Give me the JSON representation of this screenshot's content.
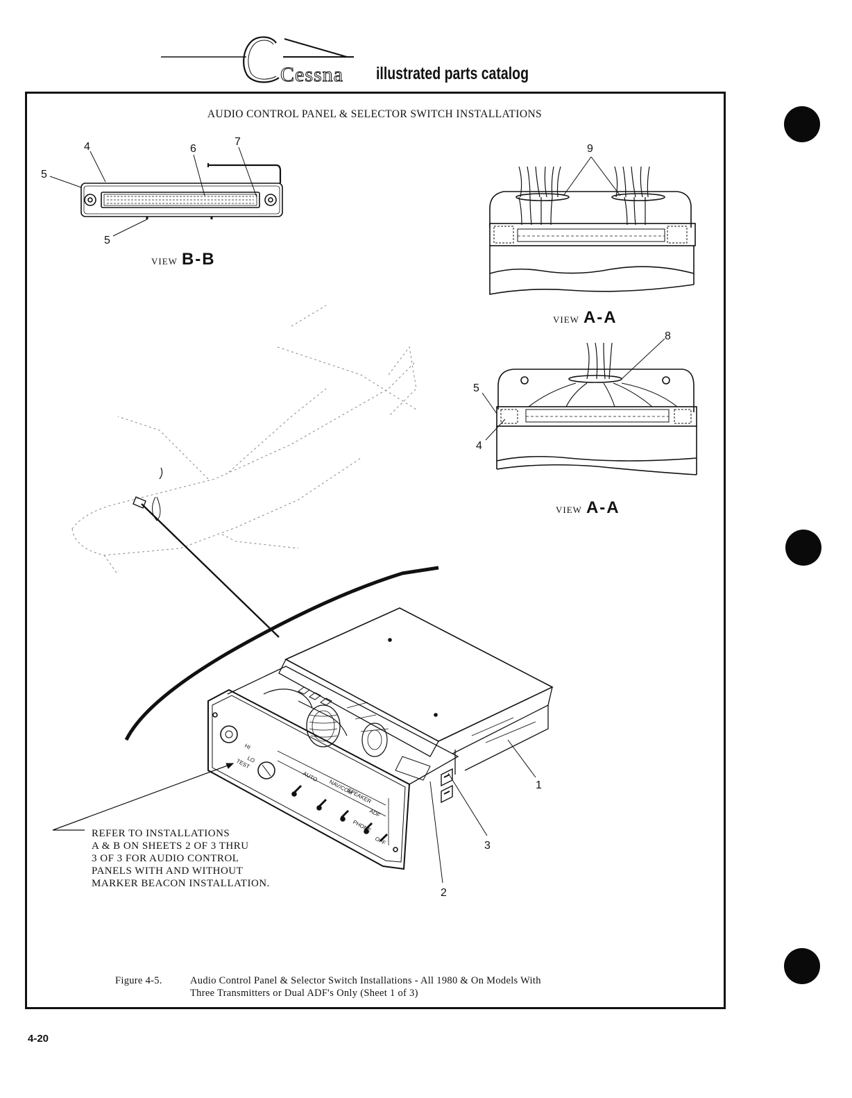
{
  "header": {
    "brand": "Cessna",
    "catalog_title": "illustrated parts catalog"
  },
  "figure": {
    "panel_title": "AUDIO CONTROL PANEL & SELECTOR SWITCH INSTALLATIONS",
    "view_bb": {
      "prefix": "VIEW",
      "id": "B-B"
    },
    "view_aa_upper": {
      "prefix": "VIEW",
      "id": "A-A"
    },
    "view_aa_lower": {
      "prefix": "VIEW",
      "id": "A-A"
    },
    "callouts": {
      "bb_4": "4",
      "bb_6": "6",
      "bb_7": "7",
      "bb_5_left": "5",
      "bb_5_bottom": "5",
      "aa_9": "9",
      "aa_8": "8",
      "aa_5": "5",
      "aa_4": "4",
      "main_1": "1",
      "main_2": "2",
      "main_3": "3"
    },
    "refer_note": [
      "REFER TO INSTALLATIONS",
      "A & B ON SHEETS 2 OF 3 THRU",
      "3 OF 3 FOR AUDIO CONTROL",
      "PANELS WITH AND WITHOUT",
      "MARKER BEACON INSTALLATION."
    ],
    "panel_labels": {
      "auto": "AUTO",
      "navcom": "NAV/COM",
      "speaker": "SPEAKER",
      "adf": "ADF",
      "phone": "PHONE",
      "off": "OFF",
      "hi": "HI",
      "lo": "LO",
      "test": "TEST"
    },
    "caption": {
      "label": "Figure 4-5.",
      "line1": "Audio Control Panel & Selector Switch Installations - All 1980 & On Models With",
      "line2": "Three Transmitters or Dual ADF's Only (Sheet 1 of 3)"
    }
  },
  "footer": {
    "page_number": "4-20"
  }
}
